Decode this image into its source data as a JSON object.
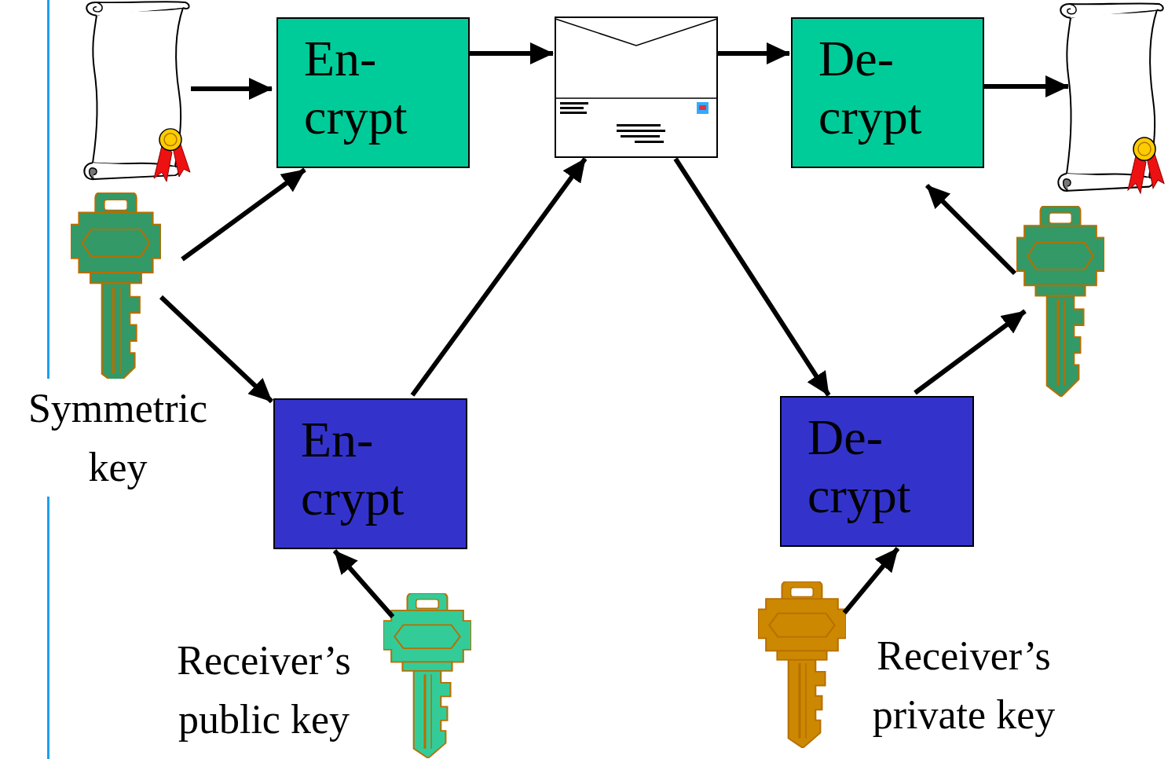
{
  "diagram": {
    "nodes": [
      {
        "text": [
          "En- crypt"
        ]
      },
      {
        "text": [
          "De- crypt"
        ]
      },
      {
        "text": [
          "Symmetric key"
        ]
      },
      {
        "text": [
          "En- crypt"
        ]
      },
      {
        "text": [
          "De- crypt"
        ]
      },
      {
        "text": [
          "Receiver’s public key"
        ]
      },
      {
        "text": [
          "Receiver’s private key"
        ]
      }
    ],
    "edges": [
      {
        "from": 2,
        "to": 0,
        "arrow": "to"
      },
      {
        "from": 2,
        "to": 3,
        "arrow": "to"
      },
      {
        "from": 5,
        "to": 3,
        "arrow": "to"
      },
      {
        "from": 6,
        "to": 4,
        "arrow": "to"
      }
    ]
  }
}
